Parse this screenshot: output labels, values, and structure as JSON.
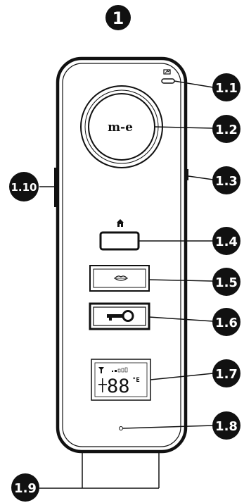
{
  "title_badge": "1",
  "device": {
    "brand": "m-e",
    "lcd_digits": "88",
    "lcd_suffix": "°E"
  },
  "callouts": [
    {
      "id": "battery",
      "label": "1.1"
    },
    {
      "id": "camera-lens",
      "label": "1.2"
    },
    {
      "id": "side-button-right",
      "label": "1.3"
    },
    {
      "id": "home-button",
      "label": "1.4"
    },
    {
      "id": "talk-button",
      "label": "1.5"
    },
    {
      "id": "door-key-button",
      "label": "1.6"
    },
    {
      "id": "lcd-display",
      "label": "1.7"
    },
    {
      "id": "microphone",
      "label": "1.8"
    },
    {
      "id": "base-connector",
      "label": "1.9"
    },
    {
      "id": "side-button-left",
      "label": "1.10"
    }
  ],
  "colors": {
    "ink": "#111111",
    "paper": "#ffffff"
  }
}
